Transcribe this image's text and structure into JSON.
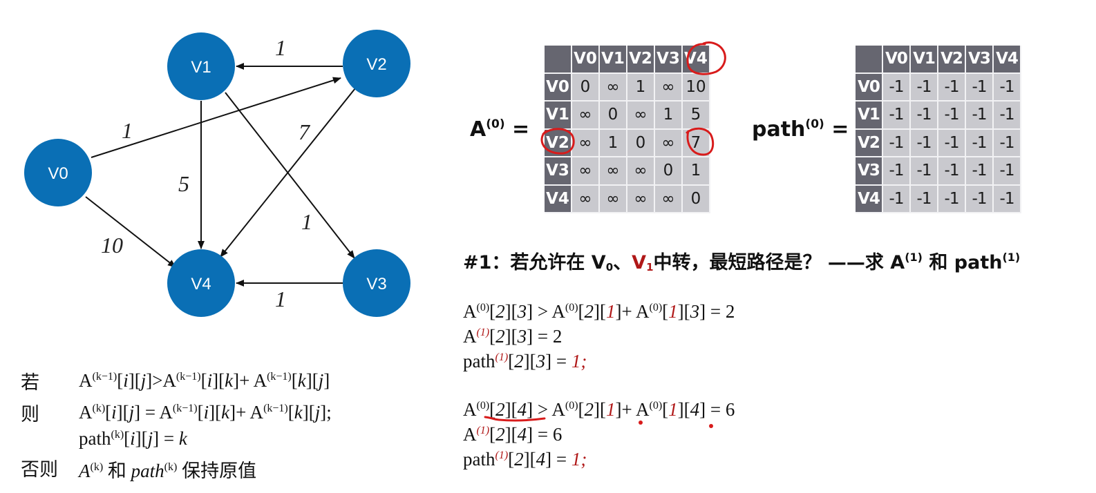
{
  "graph": {
    "nodes": [
      {
        "id": "v0",
        "label": "V0"
      },
      {
        "id": "v1",
        "label": "V1"
      },
      {
        "id": "v2",
        "label": "V2"
      },
      {
        "id": "v3",
        "label": "V3"
      },
      {
        "id": "v4",
        "label": "V4"
      }
    ],
    "edges": [
      {
        "from": "V2",
        "to": "V1",
        "weight": "1"
      },
      {
        "from": "V0",
        "to": "V2",
        "weight": "1"
      },
      {
        "from": "V2",
        "to": "V4",
        "weight": "7"
      },
      {
        "from": "V1",
        "to": "V4",
        "weight": "5"
      },
      {
        "from": "V1",
        "to": "V3",
        "weight": "1"
      },
      {
        "from": "V0",
        "to": "V4",
        "weight": "10"
      },
      {
        "from": "V3",
        "to": "V4",
        "weight": "1"
      }
    ],
    "node_color": "#0a6fb5"
  },
  "matrix_a": {
    "label": "A",
    "superscript": "(0)",
    "equals": "=",
    "headers": [
      "V0",
      "V1",
      "V2",
      "V3",
      "V4"
    ],
    "rows": [
      {
        "label": "V0",
        "cells": [
          "0",
          "∞",
          "1",
          "∞",
          "10"
        ]
      },
      {
        "label": "V1",
        "cells": [
          "∞",
          "0",
          "∞",
          "1",
          "5"
        ]
      },
      {
        "label": "V2",
        "cells": [
          "∞",
          "1",
          "0",
          "∞",
          "7"
        ]
      },
      {
        "label": "V3",
        "cells": [
          "∞",
          "∞",
          "∞",
          "0",
          "1"
        ]
      },
      {
        "label": "V4",
        "cells": [
          "∞",
          "∞",
          "∞",
          "∞",
          "0"
        ]
      }
    ]
  },
  "matrix_path": {
    "label": "path",
    "superscript": "(0)",
    "equals": "=",
    "headers": [
      "V0",
      "V1",
      "V2",
      "V3",
      "V4"
    ],
    "rows": [
      {
        "label": "V0",
        "cells": [
          "-1",
          "-1",
          "-1",
          "-1",
          "-1"
        ]
      },
      {
        "label": "V1",
        "cells": [
          "-1",
          "-1",
          "-1",
          "-1",
          "-1"
        ]
      },
      {
        "label": "V2",
        "cells": [
          "-1",
          "-1",
          "-1",
          "-1",
          "-1"
        ]
      },
      {
        "label": "V3",
        "cells": [
          "-1",
          "-1",
          "-1",
          "-1",
          "-1"
        ]
      },
      {
        "label": "V4",
        "cells": [
          "-1",
          "-1",
          "-1",
          "-1",
          "-1"
        ]
      }
    ]
  },
  "question": {
    "prefix": "#1：若允许在 V",
    "v0_sub": "0",
    "sep": "、",
    "v1": "V",
    "v1_sub": "1",
    "middle": "中转，最短路径是？ ——求 A",
    "a_sup": "(1)",
    "and": " 和 path",
    "path_sup": "(1)"
  },
  "calc": {
    "sup0": "(0)",
    "sup1": "(1)",
    "i2": "2",
    "j3": "3",
    "j4": "4",
    "k1": "1",
    "val2": "2",
    "val6": "6",
    "path_word": "path"
  },
  "rule": {
    "if_label": "若",
    "then_label": "则",
    "else_label": "否则",
    "sup_k1": "(k−1)",
    "sup_k": "(k)",
    "and_cn": "和",
    "keep": "保持原值"
  },
  "annotation_color": "#d81b1b"
}
